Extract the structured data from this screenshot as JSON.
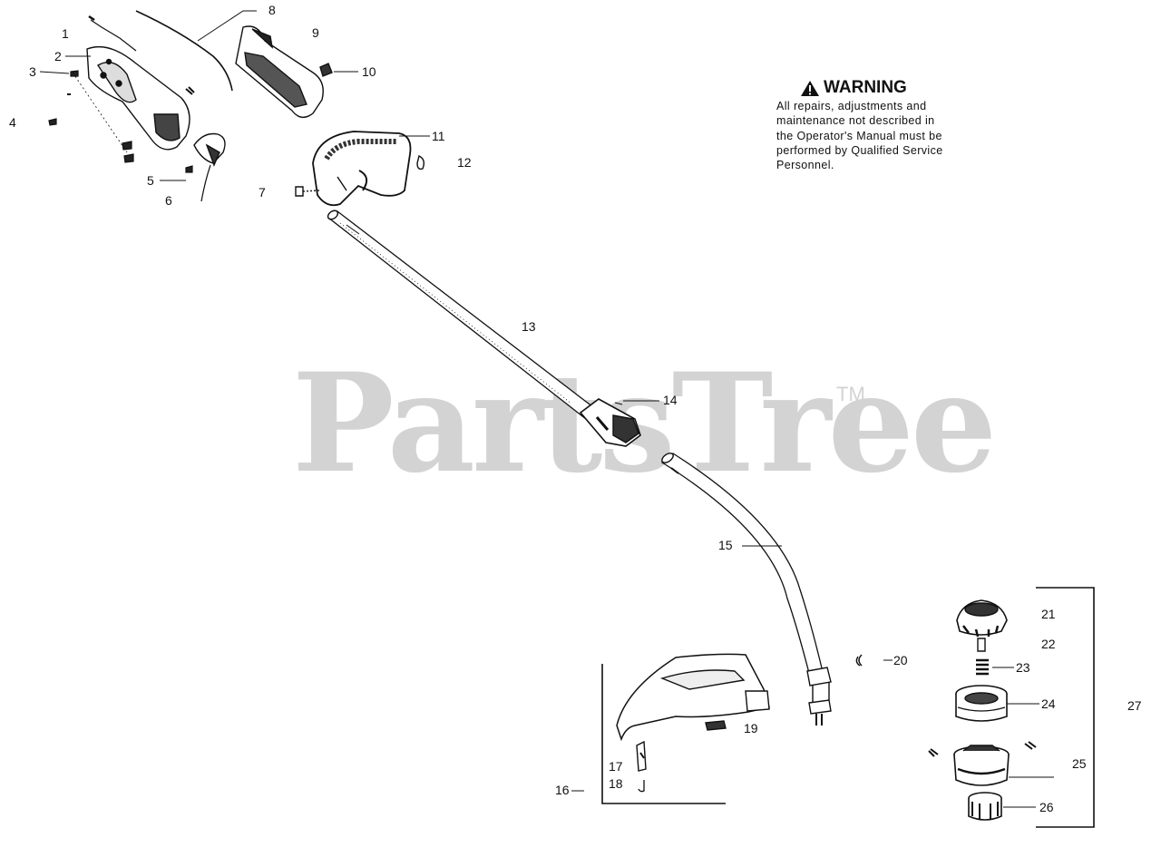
{
  "watermark": {
    "brand": "PartsTree",
    "trademark": "TM"
  },
  "warning": {
    "title": "WARNING",
    "lines": [
      "All repairs, adjustments and",
      "maintenance not described in",
      "the Operator's Manual must be",
      "performed by Qualified Service",
      "Personnel."
    ]
  },
  "callouts": {
    "c1": "1",
    "c2": "2",
    "c3": "3",
    "c4": "4",
    "c5": "5",
    "c6": "6",
    "c7": "7",
    "c8": "8",
    "c9": "9",
    "c10": "10",
    "c11": "11",
    "c12": "12",
    "c13": "13",
    "c14": "14",
    "c15": "15",
    "c16": "16",
    "c17": "17",
    "c18": "18",
    "c19": "19",
    "c20": "20",
    "c21": "21",
    "c22": "22",
    "c23": "23",
    "c24": "24",
    "c25": "25",
    "c26": "26",
    "c27": "27"
  }
}
